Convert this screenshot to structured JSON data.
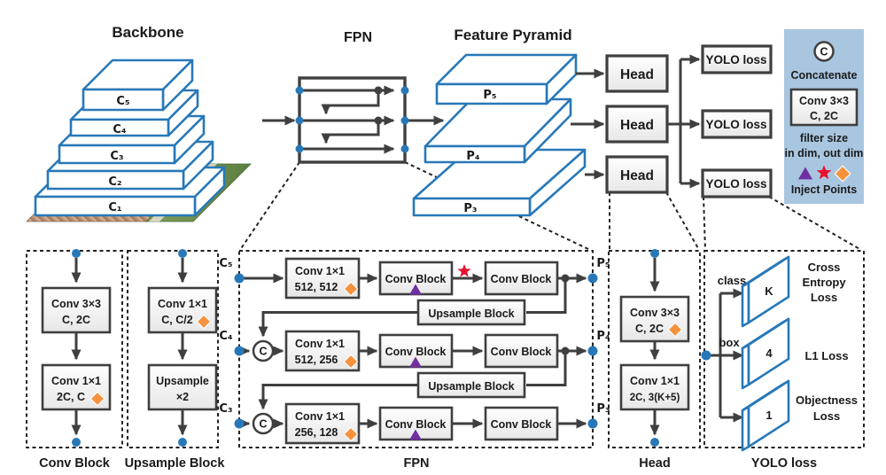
{
  "top": {
    "backbone": {
      "title": "Backbone",
      "layers": [
        "C₅",
        "C₄",
        "C₃",
        "C₂",
        "C₁"
      ]
    },
    "fpn_box": {
      "title": "FPN"
    },
    "feature_pyramid": {
      "title": "Feature Pyramid",
      "layers": [
        "P₅",
        "P₄",
        "P₃"
      ]
    },
    "head_label": "Head",
    "yolo_loss_label": "YOLO loss",
    "legend": {
      "concat_symbol": "C",
      "concat_label": "Concatenate",
      "conv_box": {
        "line1": "Conv 3×3",
        "line2": "C, 2C"
      },
      "filter_note": {
        "line1": "filter size",
        "line2": "in dim, out dim"
      },
      "inject_label": "Inject Points"
    }
  },
  "details": {
    "conv_block": {
      "title": "Conv Block",
      "box1": {
        "line1": "Conv 3×3",
        "line2": "C, 2C"
      },
      "box2": {
        "line1": "Conv 1×1",
        "line2": "2C, C"
      }
    },
    "upsample_block": {
      "title": "Upsample Block",
      "box1": {
        "line1": "Conv 1×1",
        "line2": "C, C/2"
      },
      "box2": {
        "line1": "Upsample",
        "line2": "×2"
      }
    },
    "fpn": {
      "title": "FPN",
      "concat_symbol": "C",
      "inputs": [
        "C₅",
        "C₄",
        "C₃"
      ],
      "outputs": [
        "P₅",
        "P₄",
        "P₃"
      ],
      "upsample_label": "Upsample Block",
      "conv_block_label": "Conv Block",
      "rows": [
        {
          "conv": {
            "line1": "Conv 1×1",
            "line2": "512, 512"
          }
        },
        {
          "conv": {
            "line1": "Conv 1×1",
            "line2": "512, 256"
          }
        },
        {
          "conv": {
            "line1": "Conv 1×1",
            "line2": "256, 128"
          }
        }
      ]
    },
    "head": {
      "title": "Head",
      "box1": {
        "line1": "Conv 3×3",
        "line2": "C, 2C"
      },
      "box2": {
        "line1": "Conv 1×1",
        "line2": "2C, 3(K+5)"
      }
    },
    "yolo": {
      "title": "YOLO loss",
      "branches": {
        "class": "class",
        "box": "box"
      },
      "slabs": [
        "K",
        "4",
        "1"
      ],
      "losses": [
        [
          "Cross",
          "Entropy",
          "Loss"
        ],
        [
          "L1 Loss"
        ],
        [
          "Objectness",
          "Loss"
        ]
      ]
    }
  },
  "colors": {
    "accent_blue": "#2878b8",
    "line_dark": "#3f3f3f",
    "legend_bg": "#a9c6e0",
    "inject_orange": "#f5923e",
    "inject_purple": "#7030a0",
    "inject_red": "#e8112d"
  }
}
